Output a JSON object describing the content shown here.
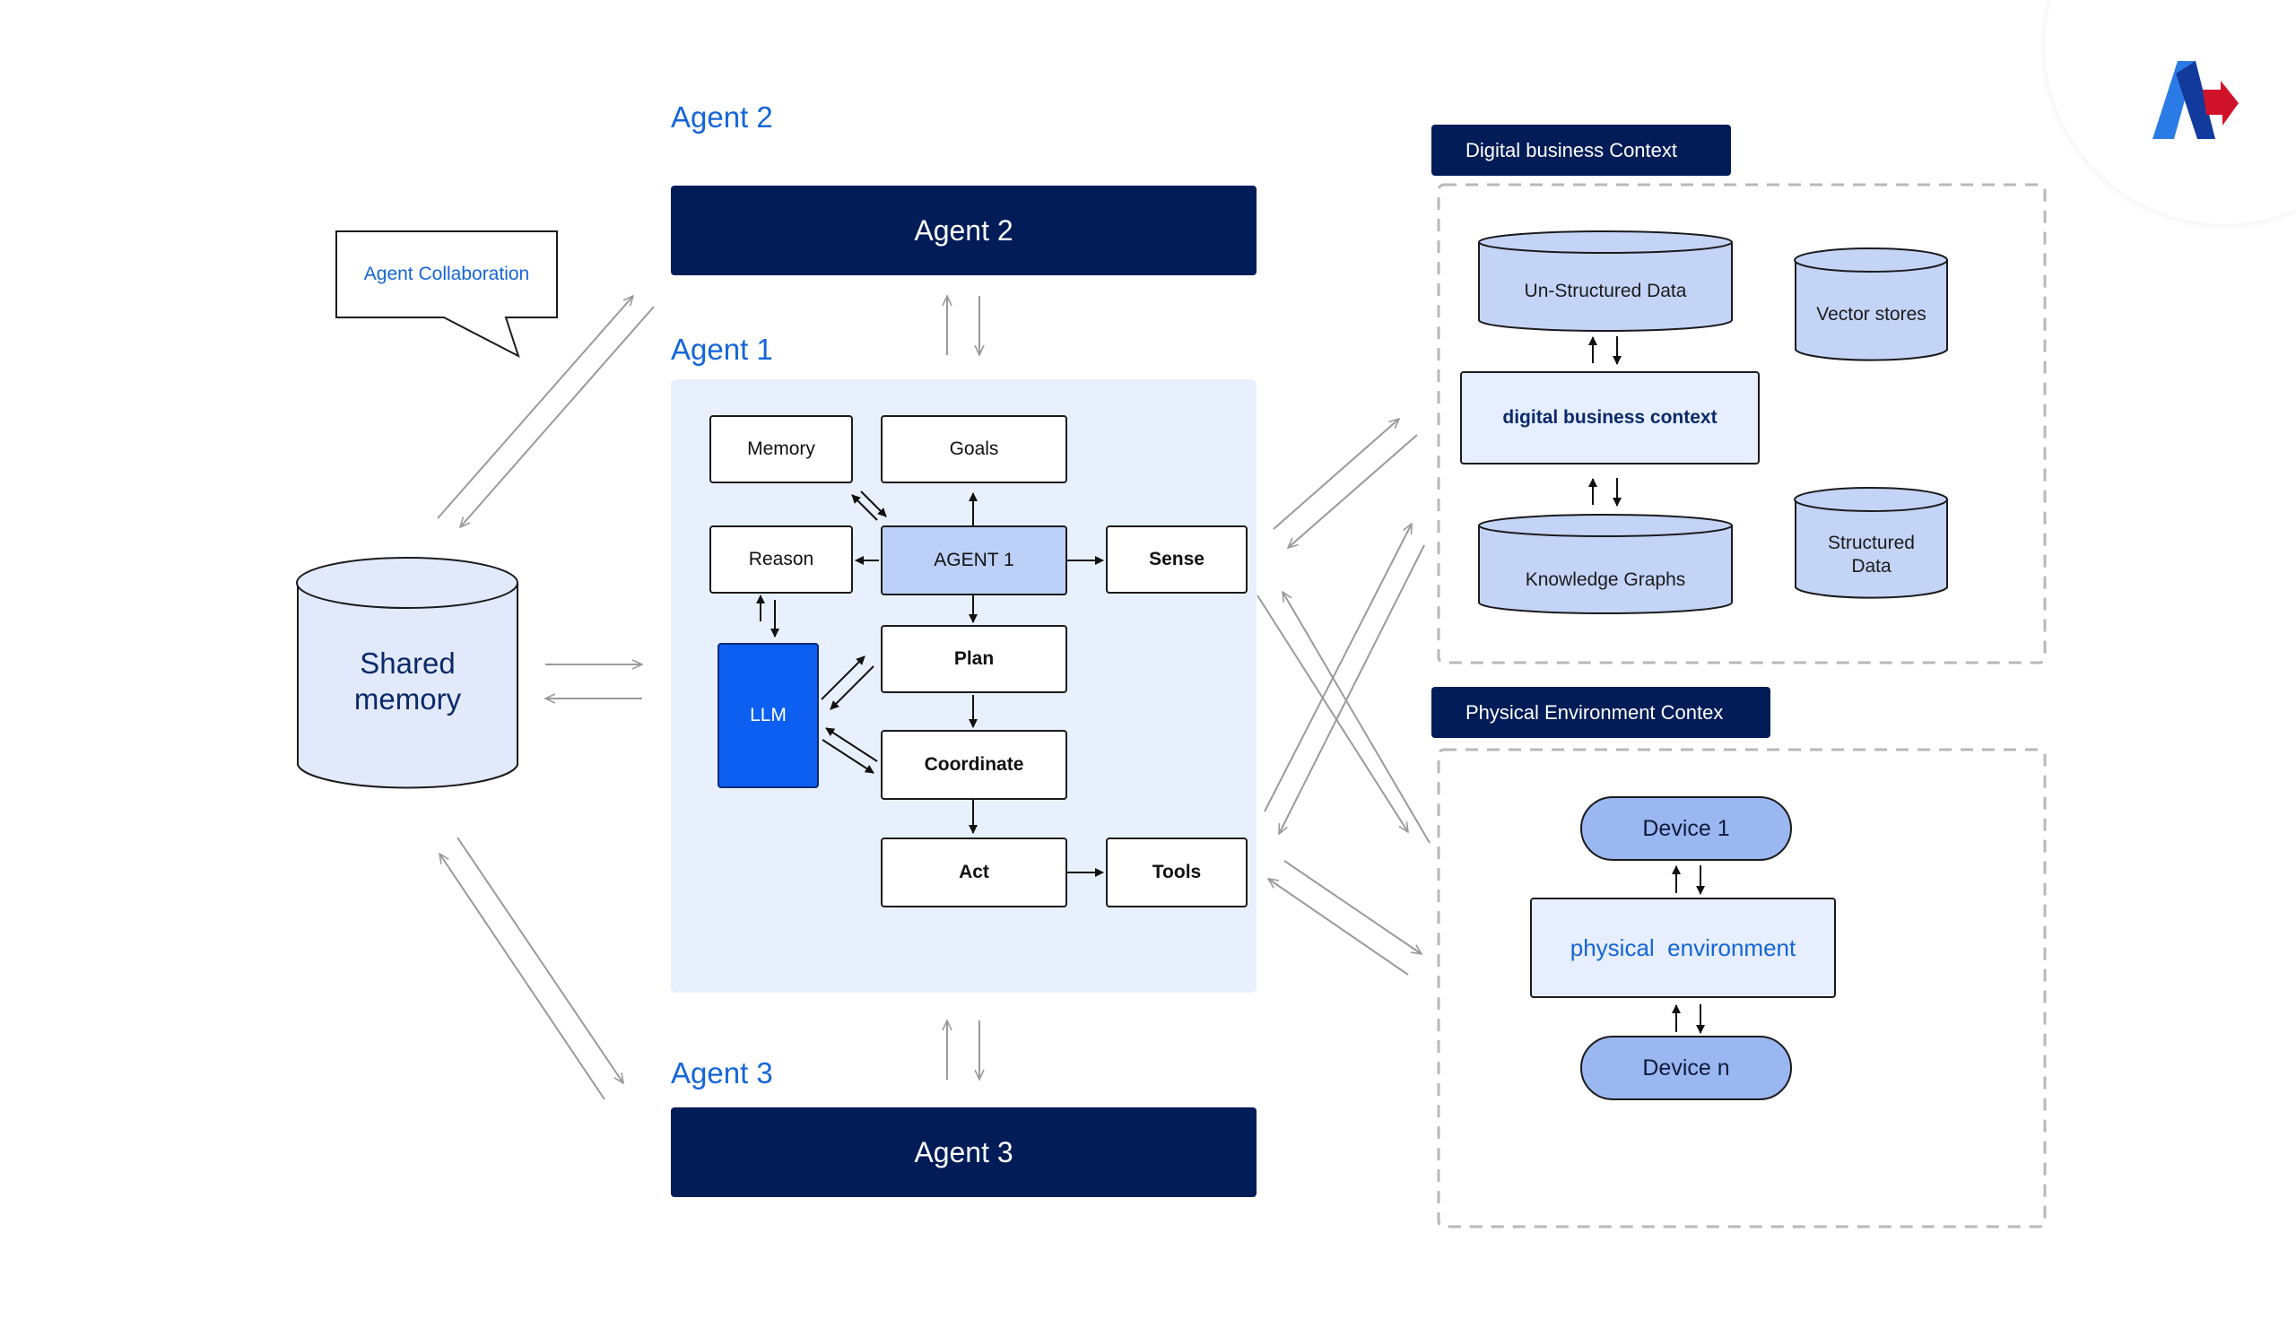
{
  "agents": {
    "agent2_title": "Agent 2",
    "agent2_bar": "Agent 2",
    "agent1_title": "Agent 1",
    "agent3_title": "Agent 3",
    "agent3_bar": "Agent 3"
  },
  "agent1_nodes": {
    "memory": "Memory",
    "goals": "Goals",
    "reason": "Reason",
    "agent1": "AGENT 1",
    "sense": "Sense",
    "llm": "LLM",
    "plan": "Plan",
    "coordinate": "Coordinate",
    "act": "Act",
    "tools": "Tools"
  },
  "shared_memory": {
    "label": "Shared\nmemory"
  },
  "callout": {
    "text": "Agent Collaboration"
  },
  "digital_context": {
    "header": "Digital business Context",
    "unstructured": "Un-Structured Data",
    "vector": "Vector stores",
    "center": "digital business context",
    "knowledge": "Knowledge Graphs",
    "structured": "Structured\nData"
  },
  "physical_context": {
    "header": "Physical Environment Contex",
    "device1": "Device 1",
    "center": "physical  environment",
    "devicen": "Device n"
  },
  "colors": {
    "navy": "#021c58",
    "accent_blue": "#1565d8",
    "llm_blue": "#0c5ff0",
    "panel_bg": "#e9f0fd",
    "cylinder_fill": "#c4d4f7",
    "pill_fill": "#9bb7f2"
  }
}
